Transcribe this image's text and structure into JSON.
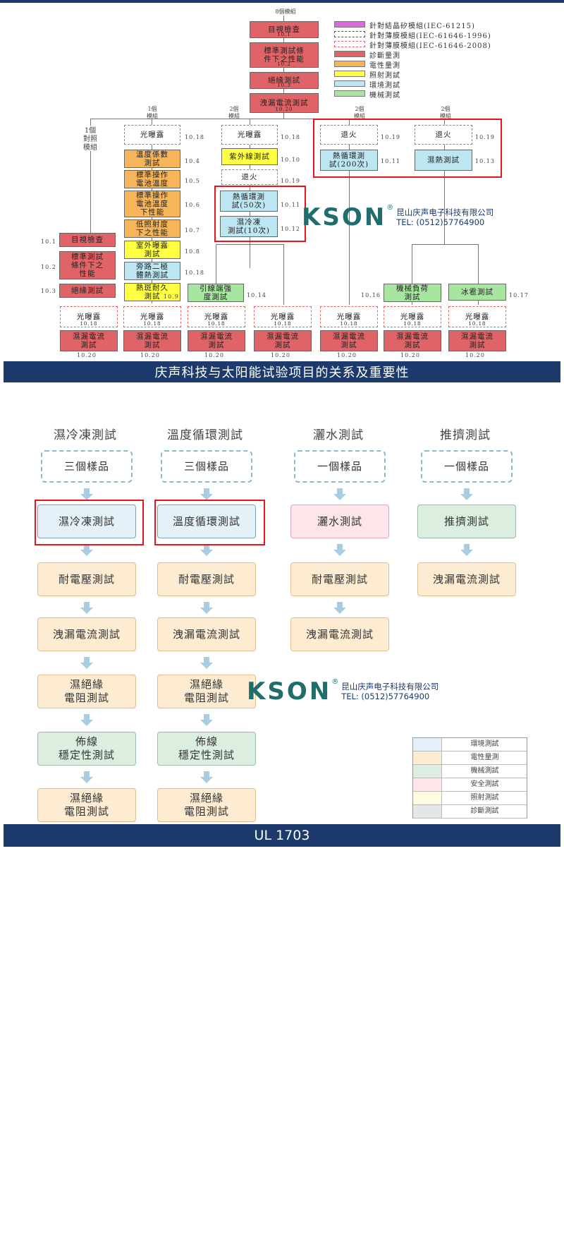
{
  "top_diagram": {
    "top_label": "8個模組",
    "main_chain": [
      {
        "text": "目視檢查",
        "ref": "10.1"
      },
      {
        "text": "標準測試條\n件下之性能",
        "ref": "10.2"
      },
      {
        "text": "絕緣測試",
        "ref": "10.3"
      },
      {
        "text": "洩漏電流測試",
        "ref": "10.20"
      }
    ],
    "legend": [
      {
        "text": "針對結晶矽模組(IEC-61215)",
        "color": "#e066e0"
      },
      {
        "text": "針對薄膜模組(IEC-61646-1996)",
        "color": "dashed"
      },
      {
        "text": "針對薄膜模組(IEC-61646-2008)",
        "color": "dashed-red"
      },
      {
        "text": "診斷量測",
        "color": "#e06467"
      },
      {
        "text": "電性量測",
        "color": "#f6b55a"
      },
      {
        "text": "照射測試",
        "color": "#ffff44"
      },
      {
        "text": "環境測試",
        "color": "#bde6f3"
      },
      {
        "text": "機械測試",
        "color": "#a6e6a0"
      }
    ],
    "branch_notes": {
      "b1": "1個\n模組",
      "b2": "2個\n模組",
      "b3": "2個\n模組",
      "b4": "2個\n模組",
      "b0": "1個\n對照\n模組"
    },
    "col1": [
      {
        "text": "目視檢查",
        "ref": "10.1"
      },
      {
        "text": "標準測試\n條件下之\n性能",
        "ref": "10.2"
      },
      {
        "text": "絕緣測試",
        "ref": "10.3"
      }
    ],
    "col2": [
      {
        "text": "光曝露",
        "ref": "10.18"
      },
      {
        "text": "溫度係數\n測試",
        "ref": "10.4"
      },
      {
        "text": "標準操作\n電池溫度",
        "ref": "10.5"
      },
      {
        "text": "標準操作\n電池溫度\n下性能",
        "ref": "10.6"
      },
      {
        "text": "低照射度\n下之性能",
        "ref": "10.7"
      },
      {
        "text": "室外曝露\n測試",
        "ref": "10.8"
      },
      {
        "text": "旁路二極\n體熱測試",
        "ref": "10.18"
      },
      {
        "text": "熱斑耐久\n測試",
        "ref": "10.9"
      }
    ],
    "col3": [
      {
        "text": "光曝露",
        "ref": "10.18"
      },
      {
        "text": "紫外線測試",
        "ref": "10.10"
      },
      {
        "text": "退火",
        "ref": "10.19"
      },
      {
        "text": "熱循環測\n試(50次)",
        "ref": "10.11"
      },
      {
        "text": "濕冷凍\n測試(10次)",
        "ref": "10.12"
      }
    ],
    "col4": [
      {
        "text": "退火",
        "ref": "10.19"
      },
      {
        "text": "熱循環測\n試(200次)",
        "ref": "10.11"
      }
    ],
    "col5": [
      {
        "text": "退火",
        "ref": "10.19"
      },
      {
        "text": "濕熱測試",
        "ref": "10.13"
      }
    ],
    "mid_boxes": [
      {
        "text": "引線端強\n度測試",
        "ref": "10.14"
      },
      {
        "text": "機械負荷\n測試",
        "ref": "10.16"
      },
      {
        "text": "冰雹測試",
        "ref": "10.17"
      }
    ],
    "bottom_light": {
      "text": "光曝露",
      "ref": "10.18"
    },
    "bottom_leak": {
      "text": "濕漏電流\n測試",
      "ref": "10.20"
    }
  },
  "logo": {
    "mark": "KSON",
    "reg": "®",
    "company": "昆山庆声电子科技有限公司",
    "tel": "TEL: (0512)57764900"
  },
  "banner1": "庆声科技与太阳能试验项目的关系及重要性",
  "flow": {
    "columns": [
      {
        "title": "濕冷凍測試",
        "sample": "三個樣品",
        "steps": [
          "濕冷凍測試",
          "耐電壓測試",
          "洩漏電流測試",
          "濕絕緣\n電阻測試",
          "佈線\n穩定性測試",
          "濕絕緣\n電阻測試"
        ]
      },
      {
        "title": "溫度循環測試",
        "sample": "三個樣品",
        "steps": [
          "溫度循環測試",
          "耐電壓測試",
          "洩漏電流測試",
          "濕絕緣\n電阻測試",
          "佈線\n穩定性測試",
          "濕絕緣\n電阻測試"
        ]
      },
      {
        "title": "灑水測試",
        "sample": "一個樣品",
        "steps": [
          "灑水測試",
          "耐電壓測試",
          "洩漏電流測試"
        ]
      },
      {
        "title": "推擠測試",
        "sample": "一個樣品",
        "steps": [
          "推擠測試",
          "洩漏電流測試"
        ]
      }
    ],
    "legend": [
      {
        "text": "環境測試",
        "color": "#e4f1f8"
      },
      {
        "text": "電性量測",
        "color": "#fdecd1"
      },
      {
        "text": "機械測試",
        "color": "#dceee0"
      },
      {
        "text": "安全測試",
        "color": "#fde5ea"
      },
      {
        "text": "照射測試",
        "color": "#fffbe0"
      },
      {
        "text": "診斷測試",
        "color": "#e6e6e6"
      }
    ]
  },
  "banner2": "UL 1703"
}
